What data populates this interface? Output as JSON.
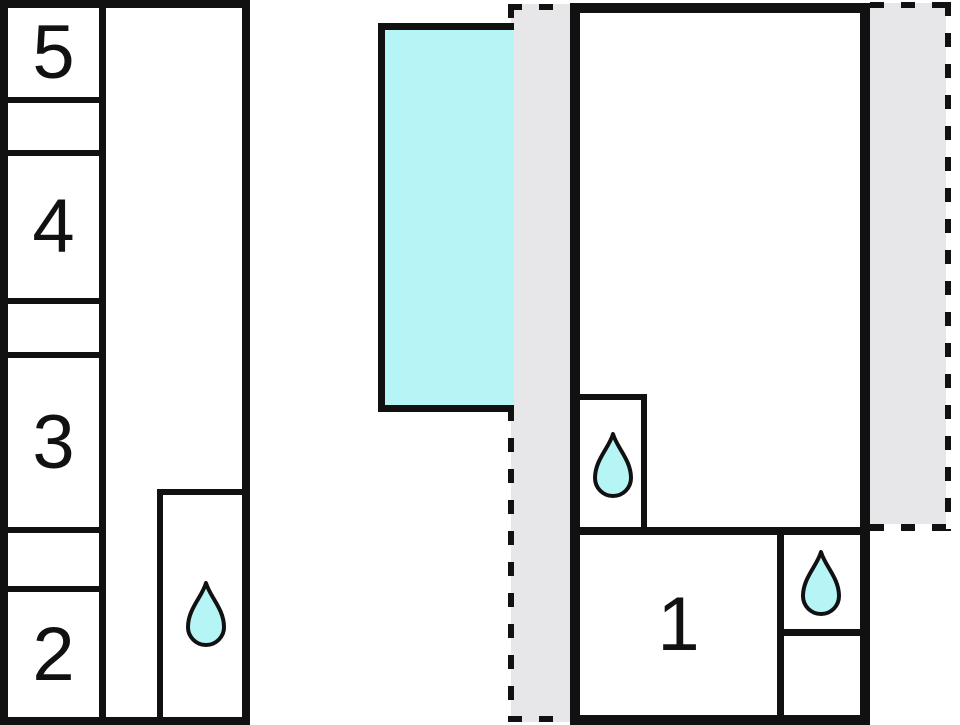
{
  "floorplan": {
    "left_building": {
      "room5_label": "5",
      "room4_label": "4",
      "room3_label": "3",
      "room2_label": "2"
    },
    "main_building": {
      "room1_label": "1"
    },
    "icons": {
      "bathroom_left": "water-drop",
      "bathroom_main": "water-drop",
      "bathroom_right": "water-drop"
    },
    "colors": {
      "pool_fill": "#B5F5F5",
      "terrace_fill": "#E7E7E9",
      "wall": "#111111",
      "background": "#FFFFFF"
    }
  }
}
